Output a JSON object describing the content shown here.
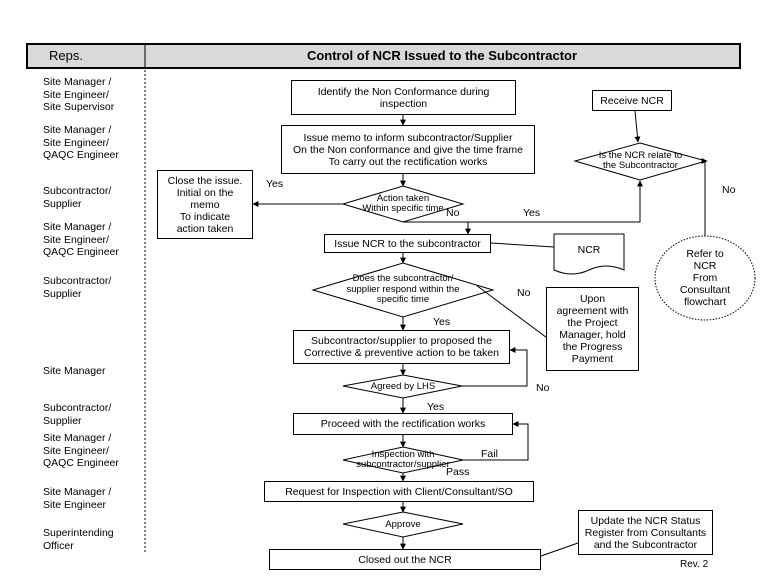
{
  "header": {
    "reps": "Reps.",
    "title": "Control of NCR Issued to the Subcontractor"
  },
  "roles": [
    "Site Manager /\nSite Engineer/\nSite Supervisor",
    "Site Manager /\nSite Engineer/\nQAQC Engineer",
    "Subcontractor/\nSupplier",
    "Site Manager /\nSite Engineer/\nQAQC Engineer",
    "Subcontractor/\nSupplier",
    "Site Manager",
    "Subcontractor/\nSupplier",
    "Site Manager /\nSite Engineer/\nQAQC Engineer",
    "Site Manager /\nSite Engineer",
    "Superintending\nOfficer"
  ],
  "steps": {
    "identify": "Identify the Non Conformance during\ninspection",
    "issue_memo": "Issue memo to inform subcontractor/Supplier\nOn the Non conformance and give the time frame\nTo carry out the rectification works",
    "close_issue": "Close the issue.\nInitial on the\nmemo\nTo indicate\naction taken",
    "receive_ncr": "Receive NCR",
    "issue_ncr": "Issue NCR to the subcontractor",
    "ncr_doc": "NCR",
    "upon_agreement": "Upon\nagreement with\nthe Project\nManager, hold\nthe Progress\nPayment",
    "propose": "Subcontractor/supplier to proposed the\nCorrective & preventive action to be taken",
    "proceed": "Proceed with the rectification works",
    "request": "Request for Inspection with Client/Consultant/SO",
    "closed_out": "Closed out the NCR",
    "update_status": "Update the NCR Status\nRegister from Consultants\nand the Subcontractor",
    "refer_ncr": "Refer to\nNCR\nFrom\nConsultant\nflowchart"
  },
  "decisions": {
    "ncr_relate": "Is the NCR relate to\nthe Subcontractor",
    "action_taken": "Action taken\nWithin specific time",
    "respond": "Does the subcontractor/\nsupplier respond within the\nspecific time",
    "agreed": "Agreed by LHS",
    "inspection": "Inspection with\nsubcontractor/supplier",
    "approve": "Approve"
  },
  "labels": {
    "yes": "Yes",
    "no": "No",
    "fail": "Fail",
    "pass": "Pass"
  },
  "revision": "Rev. 2"
}
